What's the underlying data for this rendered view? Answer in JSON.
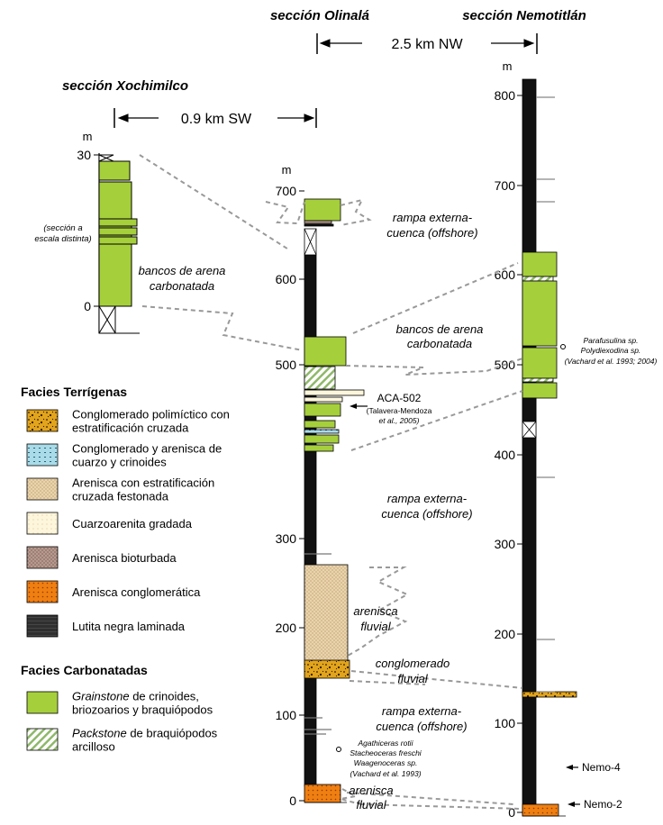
{
  "sections": {
    "olinala": "sección Olinalá",
    "nemotitlan": "sección Nemotitlán",
    "xochimilco": "sección Xochimilco"
  },
  "distances": {
    "nw": "2.5 km NW",
    "sw": "0.9 km SW"
  },
  "axis_unit": "m",
  "scales": {
    "xochimilco": [
      "30",
      "0"
    ],
    "olinala": [
      "700",
      "600",
      "500",
      "300",
      "200",
      "100",
      "0"
    ],
    "nemotitlan": [
      "800",
      "700",
      "600",
      "500",
      "400",
      "300",
      "200",
      "100",
      "0"
    ]
  },
  "notes": {
    "xochimilco_scale": [
      "(sección a",
      "escala distinta)"
    ]
  },
  "facies_labels": {
    "rampa_top": [
      "rampa externa-",
      "cuenca (offshore)"
    ],
    "bancos_left": [
      "bancos de arena",
      "carbonatada"
    ],
    "bancos_right": [
      "bancos de arena",
      "carbonatada"
    ],
    "rampa_mid": [
      "rampa externa-",
      "cuenca (offshore)"
    ],
    "arenisca_fluvial": [
      "arenisca",
      "fluvial"
    ],
    "conglomerado_fluvial": [
      "conglomerado",
      "fluvial"
    ],
    "rampa_low": [
      "rampa externa-",
      "cuenca (offshore)"
    ],
    "arenisca_bottom": [
      "arenisca",
      "fluvial"
    ]
  },
  "samples": {
    "aca502": {
      "label": "ACA-502",
      "ref": [
        "(Talavera-Mendoza",
        "et al., 2005)"
      ]
    },
    "fossils_olinala": [
      "Agathiceras rotii",
      "Stacheoceras freschi",
      "Waagenoceras sp.",
      "(Vachard et al. 1993)"
    ],
    "fossils_nemo": [
      "Parafusulina sp.",
      "Polydiexodina sp.",
      "(Vachard et al. 1993; 2004)"
    ],
    "nemo4": "Nemo-4",
    "nemo2": "Nemo-2"
  },
  "legend": {
    "terrigenous_title": "Facies Terrígenas",
    "terrigenous": [
      {
        "lines": [
          "Conglomerado polimíctico con",
          "estratificación cruzada"
        ],
        "pattern": "conglomerate"
      },
      {
        "lines": [
          "Conglomerado y arenisca de",
          "cuarzo y crinoides"
        ],
        "pattern": "quartz"
      },
      {
        "lines": [
          "Arenisca con estratificación",
          "cruzada festonada"
        ],
        "pattern": "festoon"
      },
      {
        "lines": [
          "Cuarzoarenita gradada"
        ],
        "pattern": "graded"
      },
      {
        "lines": [
          "Arenisca bioturbada"
        ],
        "pattern": "bioturbated"
      },
      {
        "lines": [
          "Arenisca conglomerática"
        ],
        "pattern": "cglsand"
      },
      {
        "lines": [
          "Lutita negra laminada"
        ],
        "pattern": "shale"
      }
    ],
    "carbonate_title": "Facies Carbonatadas",
    "carbonate": [
      {
        "lines": [
          "Grainstone de crinoides,",
          "briozoarios y braquiópodos"
        ],
        "pattern": "grainstone"
      },
      {
        "lines": [
          "Packstone de braquiópodos",
          "arcilloso"
        ],
        "pattern": "packstone"
      }
    ]
  },
  "colors": {
    "grainstone": "#a6cf3c",
    "shale": "#111111",
    "cglsand": "#f07f12",
    "festoon": "#e8cfa6",
    "graded": "#fdf5d9",
    "quartz": "#a9dce8",
    "bioturbated": "#b79a8f",
    "conglomerate": "#e2a41c"
  }
}
